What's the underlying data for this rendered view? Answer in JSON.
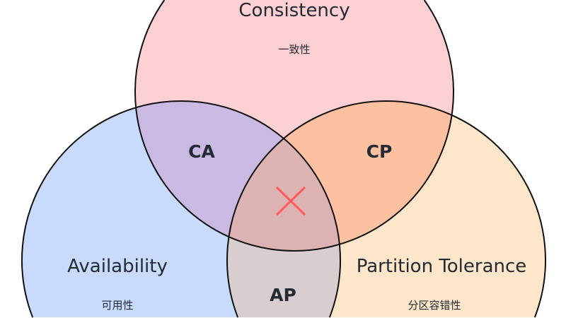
{
  "sets": {
    "consistency": {
      "title": "Consistency",
      "subtitle": "一致性",
      "color": "#fdd0d3"
    },
    "availability": {
      "title": "Availability",
      "subtitle": "可用性",
      "color": "#c9dbfd"
    },
    "partition": {
      "title": "Partition Tolerance",
      "subtitle": "分区容错性",
      "color": "#fde6c9"
    }
  },
  "overlaps": {
    "ca": {
      "label": "CA",
      "color": "#cab9e3"
    },
    "cp": {
      "label": "CP",
      "color": "#fdc0a0"
    },
    "ap": {
      "label": "AP",
      "color": "#d9cecf"
    },
    "center": {
      "icon": "cross-icon",
      "color": "#ddb2b2",
      "mark_color": "#ff5a5a"
    }
  }
}
